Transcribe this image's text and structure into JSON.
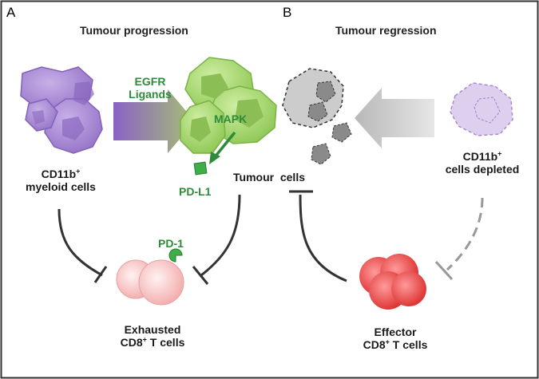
{
  "panel_a": {
    "letter": "A",
    "title": "Tumour progression",
    "myeloid_line1": "CD11b",
    "myeloid_sup": "+",
    "myeloid_line2": "myeloid cells",
    "egfr_line1": "EGFR",
    "egfr_line2": "Ligands",
    "mapk": "MAPK",
    "pdl1": "PD-L1",
    "pd1": "PD-1",
    "exhausted_line1": "Exhausted",
    "exhausted_line2_pre": "CD8",
    "exhausted_sup": "+",
    "exhausted_line2_post": " T cells"
  },
  "panel_b": {
    "letter": "B",
    "title": "Tumour regression",
    "depleted_line1": "CD11b",
    "depleted_sup": "+",
    "depleted_line2": "cells depleted",
    "effector_line1": "Effector",
    "effector_line2_pre": "CD8",
    "effector_sup": "+",
    "effector_line2_post": " T cells"
  },
  "shared": {
    "tumour_word1": "Tumour",
    "tumour_word2": "cells"
  },
  "colors": {
    "myeloid": "#a98bd0",
    "tumour_green": "#9ed36a",
    "label_green": "#2e8b3a",
    "exhausted_t": "#f4b8b8",
    "effector_t": "#ee4444",
    "regressing_tumour": "#c9c9c9"
  }
}
